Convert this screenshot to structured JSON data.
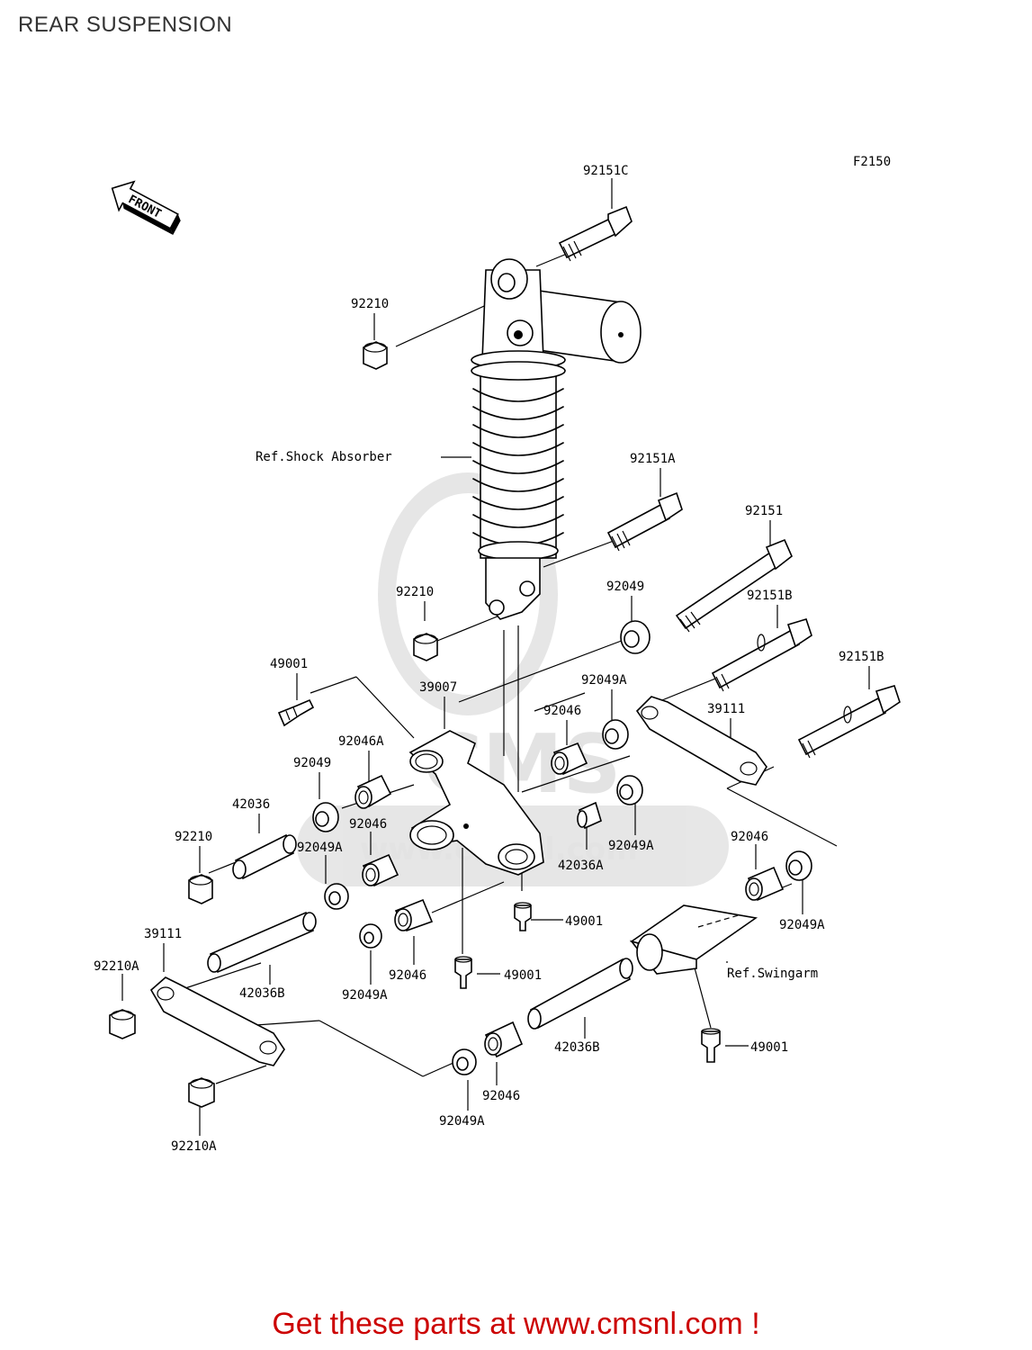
{
  "page": {
    "title": "REAR SUSPENSION",
    "figure_code": "F2150",
    "front_indicator": "FRONT",
    "footer_link": "Get these parts at www.cmsnl.com !"
  },
  "watermark": {
    "brand": "CMS",
    "url": "www.cmsnl.com"
  },
  "parts": {
    "p92151C": "92151C",
    "p92210_top": "92210",
    "ref_shock": "Ref.Shock Absorber",
    "p92151A": "92151A",
    "p92151": "92151",
    "p92210_mid": "92210",
    "p92049_right": "92049",
    "p92151B_1": "92151B",
    "p92151B_2": "92151B",
    "p49001_top": "49001",
    "p39007": "39007",
    "p92049A_right": "92049A",
    "p39111_right": "39111",
    "p92046_mid": "92046",
    "p92046A": "92046A",
    "p92049_left": "92049",
    "p42036": "42036",
    "p92046_left": "92046",
    "p92210_left": "92210",
    "p92049A_left": "92049A",
    "p92049A_mid": "92049A",
    "p42036A": "42036A",
    "p92046_far_right": "92046",
    "p92049A_far_right": "92049A",
    "p49001_mid": "49001",
    "p39111_left": "39111",
    "p92210A_top": "92210A",
    "p42036B_left": "42036B",
    "p92046_bottom_mid": "92046",
    "p92049A_bottom_mid": "92049A",
    "p49001_low": "49001",
    "ref_swingarm": "Ref.Swingarm",
    "p42036B_right": "42036B",
    "p49001_bottom_right": "49001",
    "p92046_bottom": "92046",
    "p92049A_bottom": "92049A",
    "p92210A_bottom": "92210A"
  }
}
